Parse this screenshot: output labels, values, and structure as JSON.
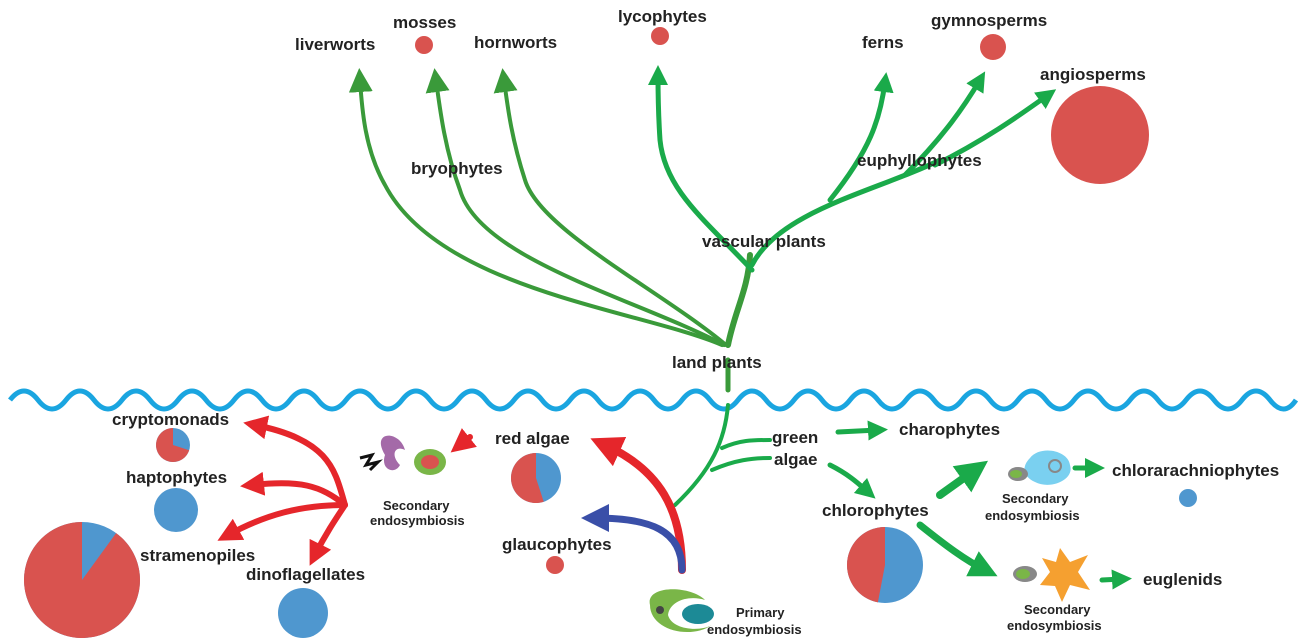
{
  "labels": {
    "liverworts": "liverworts",
    "mosses": "mosses",
    "hornworts": "hornworts",
    "lycophytes": "lycophytes",
    "ferns": "ferns",
    "gymnosperms": "gymnosperms",
    "angiosperms": "angiosperms",
    "bryophytes": "bryophytes",
    "euphyllophytes": "euphyllophytes",
    "vascular_plants": "vascular plants",
    "land_plants": "land plants",
    "green": "green",
    "algae": "algae",
    "charophytes": "charophytes",
    "chlorophytes": "chlorophytes",
    "chlorarachniophytes": "chlorarachniophytes",
    "euglenids": "euglenids",
    "red_algae": "red algae",
    "glaucophytes": "glaucophytes",
    "cryptomonads": "cryptomonads",
    "haptophytes": "haptophytes",
    "stramenopiles": "stramenopiles",
    "dinoflagellates": "dinoflagellates",
    "secondary": "Secondary",
    "endosymbiosis": "endosymbiosis",
    "primary": "Primary"
  },
  "colors": {
    "land_branch": "#3a9a3a",
    "green_lineage": "#1aaa4a",
    "red_lineage": "#e5262b",
    "glaucophyte_lineage": "#3a4fa8",
    "water": "#1aa5e0",
    "pie_red": "#d9534f",
    "pie_blue": "#4f97cf"
  },
  "pie_charts": [
    {
      "name": "mosses",
      "red_fraction": 1.0
    },
    {
      "name": "lycophytes",
      "red_fraction": 1.0
    },
    {
      "name": "gymnosperms",
      "red_fraction": 1.0
    },
    {
      "name": "angiosperms",
      "red_fraction": 1.0
    },
    {
      "name": "cryptomonads",
      "red_fraction": 0.7
    },
    {
      "name": "haptophytes",
      "red_fraction": 0.0
    },
    {
      "name": "stramenopiles",
      "red_fraction": 0.9
    },
    {
      "name": "dinoflagellates",
      "red_fraction": 0.0
    },
    {
      "name": "red algae",
      "red_fraction": 0.55
    },
    {
      "name": "glaucophytes",
      "red_fraction": 1.0
    },
    {
      "name": "chlorophytes",
      "red_fraction": 0.47
    },
    {
      "name": "chlorarachniophytes",
      "red_fraction": 0.0
    }
  ]
}
